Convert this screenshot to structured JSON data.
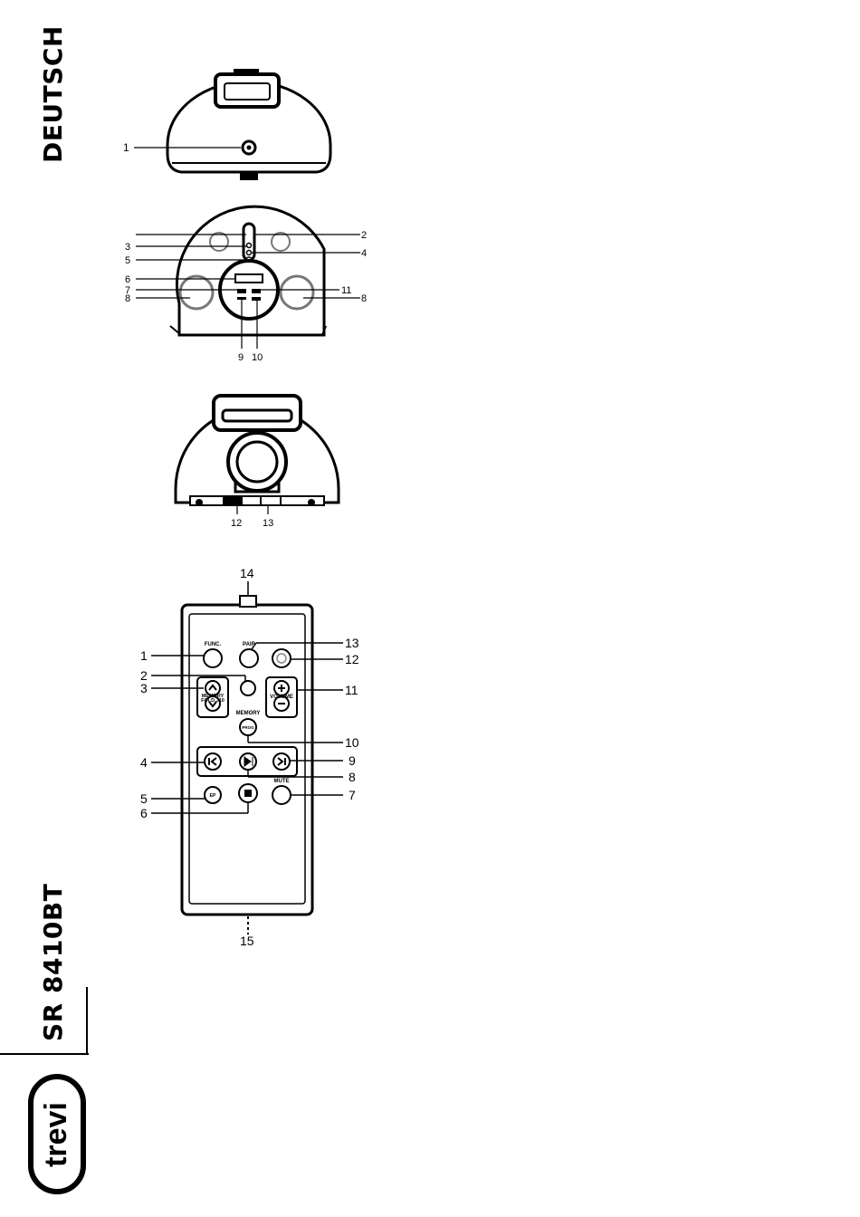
{
  "sidebar": {
    "language": "DEUTSCH",
    "model": "SR 8410BT",
    "logo": "trevi"
  },
  "figure_top": {
    "labels": [
      "1"
    ]
  },
  "figure_front": {
    "labels": [
      "2",
      "3",
      "4",
      "5",
      "6",
      "7",
      "8",
      "9",
      "10",
      "11",
      "8"
    ]
  },
  "figure_rear": {
    "labels": [
      "12",
      "13"
    ]
  },
  "figure_remote": {
    "labels": [
      "1",
      "2",
      "3",
      "4",
      "5",
      "6",
      "7",
      "8",
      "9",
      "10",
      "11",
      "12",
      "13",
      "14",
      "15"
    ],
    "buttons": {
      "func": "FUNC.",
      "pair": "PAIR",
      "memory_fold": "MEMORY",
      "memory_fold2": "FOLD.J10",
      "volume": "VOLUME",
      "memory": "MEMORY",
      "prog": "PROG",
      "ep": "EP",
      "mute": "MUTE"
    }
  },
  "colors": {
    "ink": "#000000",
    "device": "#222222",
    "paper": "#ffffff",
    "gray": "#888888"
  }
}
